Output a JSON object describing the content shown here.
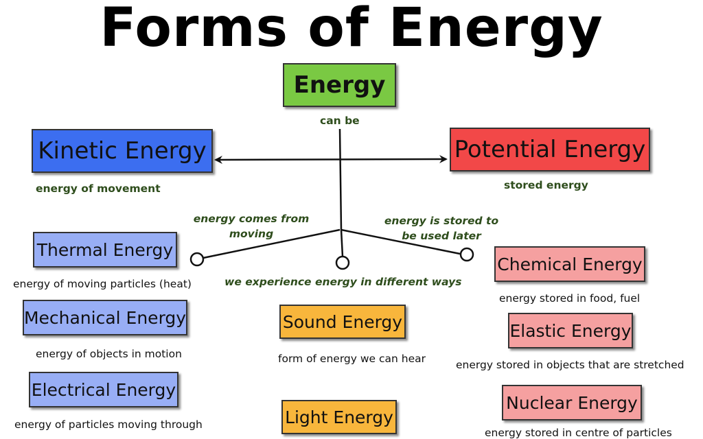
{
  "title": "Forms of Energy",
  "root": {
    "label": "Energy",
    "connector": "can be"
  },
  "kinetic": {
    "label": "Kinetic Energy",
    "description": "energy of movement",
    "branch_label": "energy comes from moving",
    "forms": [
      {
        "label": "Thermal Energy",
        "description": "energy of moving particles (heat)"
      },
      {
        "label": "Mechanical Energy",
        "description": "energy of objects in motion"
      },
      {
        "label": "Electrical Energy",
        "description": "energy of particles moving through"
      }
    ]
  },
  "potential": {
    "label": "Potential Energy",
    "description": "stored energy",
    "branch_label": "energy is stored to be used later",
    "forms": [
      {
        "label": "Chemical Energy",
        "description": "energy stored in food, fuel"
      },
      {
        "label": "Elastic Energy",
        "description": "energy stored in objects that are stretched"
      },
      {
        "label": "Nuclear Energy",
        "description": "energy stored in centre of particles"
      }
    ]
  },
  "experience": {
    "branch_label": "we experience energy in different ways",
    "forms": [
      {
        "label": "Sound Energy",
        "description": "form of energy we can hear"
      },
      {
        "label": "Light Energy",
        "description": ""
      }
    ]
  },
  "colors": {
    "root": "#7ac943",
    "kinetic": "#3c6ef0",
    "potential": "#f24848",
    "kinetic_forms": "#98aef5",
    "potential_forms": "#f5a0a0",
    "experience_forms": "#f8b63c",
    "label_text": "#2e4d1c"
  }
}
